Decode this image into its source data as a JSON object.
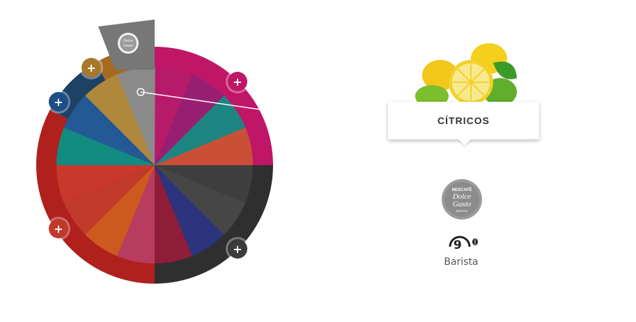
{
  "wheel": {
    "outer_ring_categories": [
      {
        "name": "magenta-category",
        "color": "#bf1667"
      },
      {
        "name": "dark-category",
        "color": "#2f2f2f"
      },
      {
        "name": "red-category",
        "color": "#b0201c"
      },
      {
        "name": "navy-category",
        "color": "#1c4266"
      },
      {
        "name": "gold-category",
        "color": "#a56a21"
      }
    ],
    "segments": [
      {
        "color": "#b81a6a"
      },
      {
        "color": "#981e71"
      },
      {
        "color": "#1d8581"
      },
      {
        "color": "#c95036"
      },
      {
        "color": "#3e3e3e"
      },
      {
        "color": "#464646"
      },
      {
        "color": "#2b347c"
      },
      {
        "color": "#8f1d3a"
      },
      {
        "color": "#b83c60"
      },
      {
        "color": "#cc5a1e"
      },
      {
        "color": "#c0392b"
      },
      {
        "color": "#c9372d"
      },
      {
        "color": "#128b80"
      },
      {
        "color": "#235995"
      },
      {
        "color": "#b0883c"
      },
      {
        "color": "#8a8a8a"
      }
    ],
    "selected_tab_color": "#777777",
    "plus_buttons": [
      {
        "label": "+",
        "color": "#bf1667"
      },
      {
        "label": "+",
        "color": "#3a3a3a"
      },
      {
        "label": "+",
        "color": "#c0392b"
      },
      {
        "label": "+",
        "color": "#1c4f8a"
      },
      {
        "label": "+",
        "color": "#a8782a"
      }
    ]
  },
  "detail": {
    "flavor": "CÍTRICOS",
    "brand_lines": [
      "NESCAFÉ",
      "Dolce",
      "Gusto",
      "BARISTA"
    ],
    "intensity": "9",
    "product_name": "Barista"
  }
}
